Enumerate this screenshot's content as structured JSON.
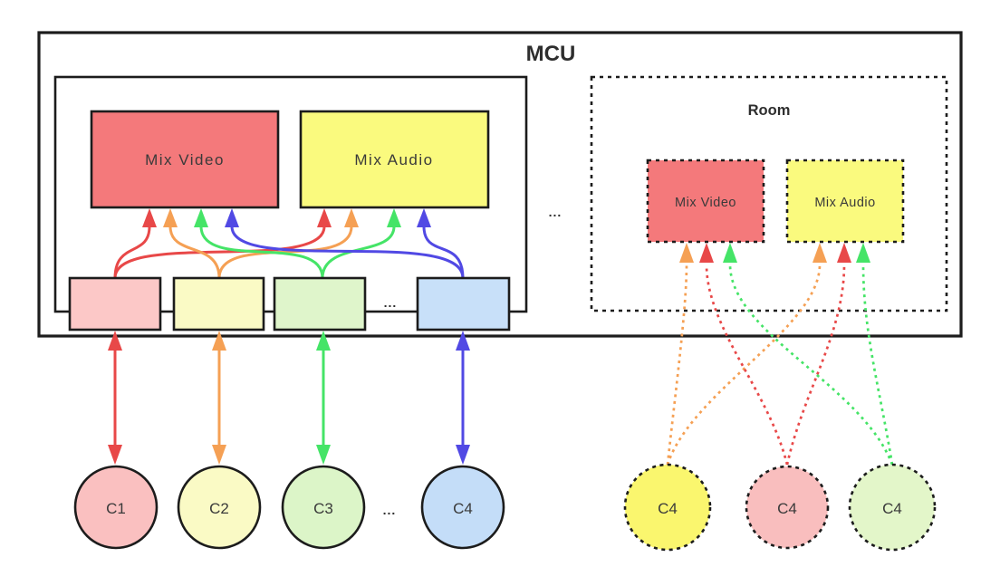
{
  "mcu": {
    "label": "MCU",
    "mix_video_label": "Mix Video",
    "mix_audio_label": "Mix Audio",
    "ports_ellipsis": "...",
    "rooms_ellipsis": "..."
  },
  "room": {
    "label": "Room",
    "mix_video_label": "Mix Video",
    "mix_audio_label": "Mix Audio"
  },
  "clients": [
    {
      "id": "C1"
    },
    {
      "id": "C2"
    },
    {
      "id": "C3"
    },
    {
      "id": "C4"
    }
  ],
  "clients_ellipsis": "...",
  "room_clients": [
    {
      "id": "C4"
    },
    {
      "id": "C4"
    },
    {
      "id": "C4"
    }
  ],
  "colors": {
    "line": "#1c1c1c",
    "red": "#e84848",
    "orange": "#f5a054",
    "green": "#45e467",
    "blue": "#5149e4",
    "mix_video_fill": "#f4797b",
    "mix_audio_fill": "#fafa7e",
    "port_fills": [
      "#fcc8c7",
      "#fafac5",
      "#dff5cb",
      "#c8e0f9"
    ],
    "client_fills": [
      "#fac0c0",
      "#fafac5",
      "#dcf5c8",
      "#c4ddf8"
    ],
    "room_client_fills": [
      "#faf66e",
      "#f9bebe",
      "#e3f6c9"
    ],
    "white": "#ffffff"
  }
}
